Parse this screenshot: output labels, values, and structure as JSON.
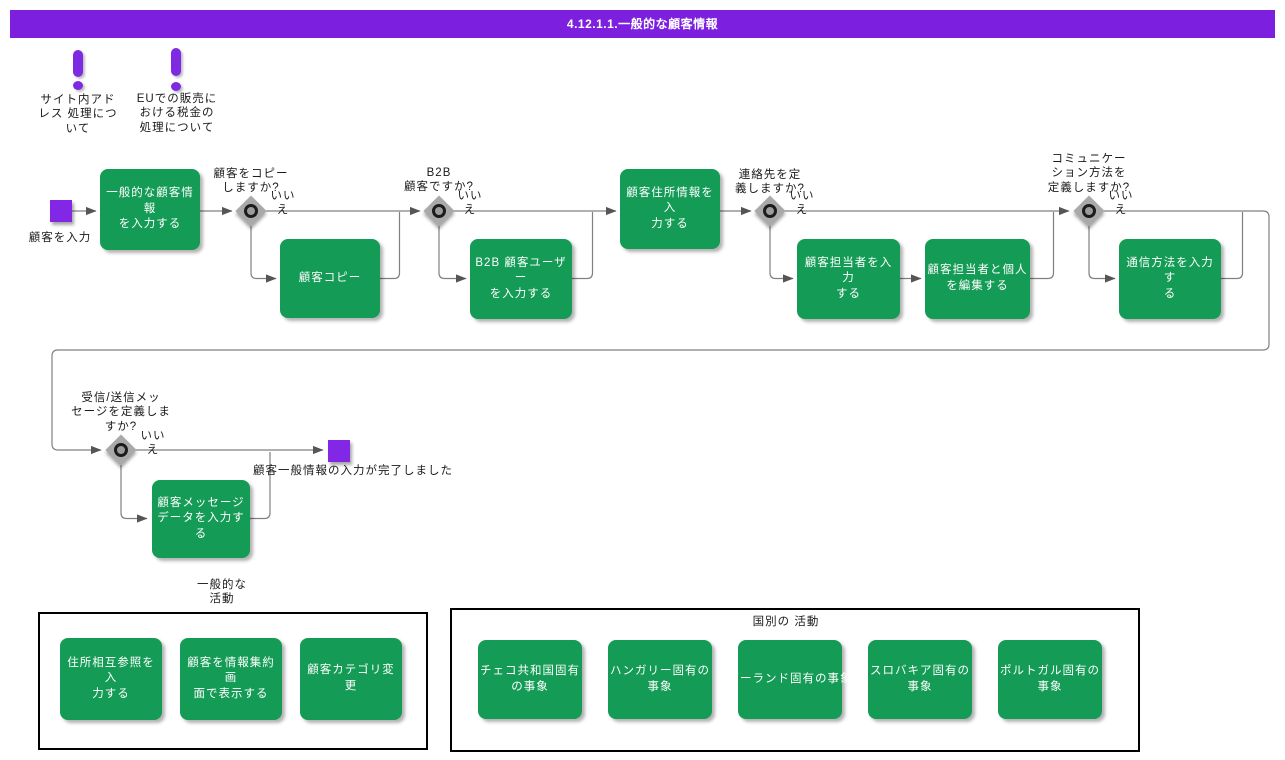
{
  "title": "4.12.1.1.一般的な顧客情報",
  "notes": [
    {
      "label": "サイト内アド\nレス 処理につ\nいて"
    },
    {
      "label": "EUでの販売に\nおける税金の\n処理について"
    }
  ],
  "start_event": {
    "label": "顧客を入力"
  },
  "end_event": {
    "label": "顧客一般情報の入力が完了しました"
  },
  "gateways": [
    {
      "question": "顧客をコピー\nしますか?",
      "no_label": "いい\nえ"
    },
    {
      "question": "B2B\n顧客ですか?",
      "no_label": "いい\nえ"
    },
    {
      "question": "連絡先を定\n義しますか?",
      "no_label": "いい\nえ"
    },
    {
      "question": "コミュニケー\nション方法を\n定義しますか?",
      "no_label": "いい\nえ"
    },
    {
      "question": "受信/送信メッ\nセージを定義しま\nすか?",
      "no_label": "いい\nえ"
    }
  ],
  "tasks": [
    {
      "label": "一般的な顧客情報\nを入力する"
    },
    {
      "label": "顧客コピー"
    },
    {
      "label": "B2B 顧客ユーザー\nを入力する"
    },
    {
      "label": "顧客住所情報を入\n力する"
    },
    {
      "label": "顧客担当者を入力\nする"
    },
    {
      "label": "顧客担当者と個人\nを編集する"
    },
    {
      "label": "通信方法を入力す\nる"
    },
    {
      "label": "顧客メッセージ\nデータを入力する"
    }
  ],
  "groups": [
    {
      "title": "一般的な\n活動",
      "items": [
        {
          "label": "住所相互参照を入\n力する"
        },
        {
          "label": "顧客を情報集約画\n面で表示する"
        },
        {
          "label": "顧客カテゴリ変更"
        }
      ]
    },
    {
      "title": "国別の 活動",
      "items": [
        {
          "label": "チェコ共和国固有\nの事象"
        },
        {
          "label": "ハンガリー固有の\n事象"
        },
        {
          "label": "ポーランド固有の事象"
        },
        {
          "label": "スロバキア固有の\n事象"
        },
        {
          "label": "ポルトガル固有の\n事象"
        }
      ]
    }
  ],
  "colors": {
    "header": "#7D1FDF",
    "event": "#8227E5",
    "task": "#149B55",
    "gateway": "#A9A9A9",
    "connector": "#808080",
    "note_icon": "#7E2AE3"
  }
}
